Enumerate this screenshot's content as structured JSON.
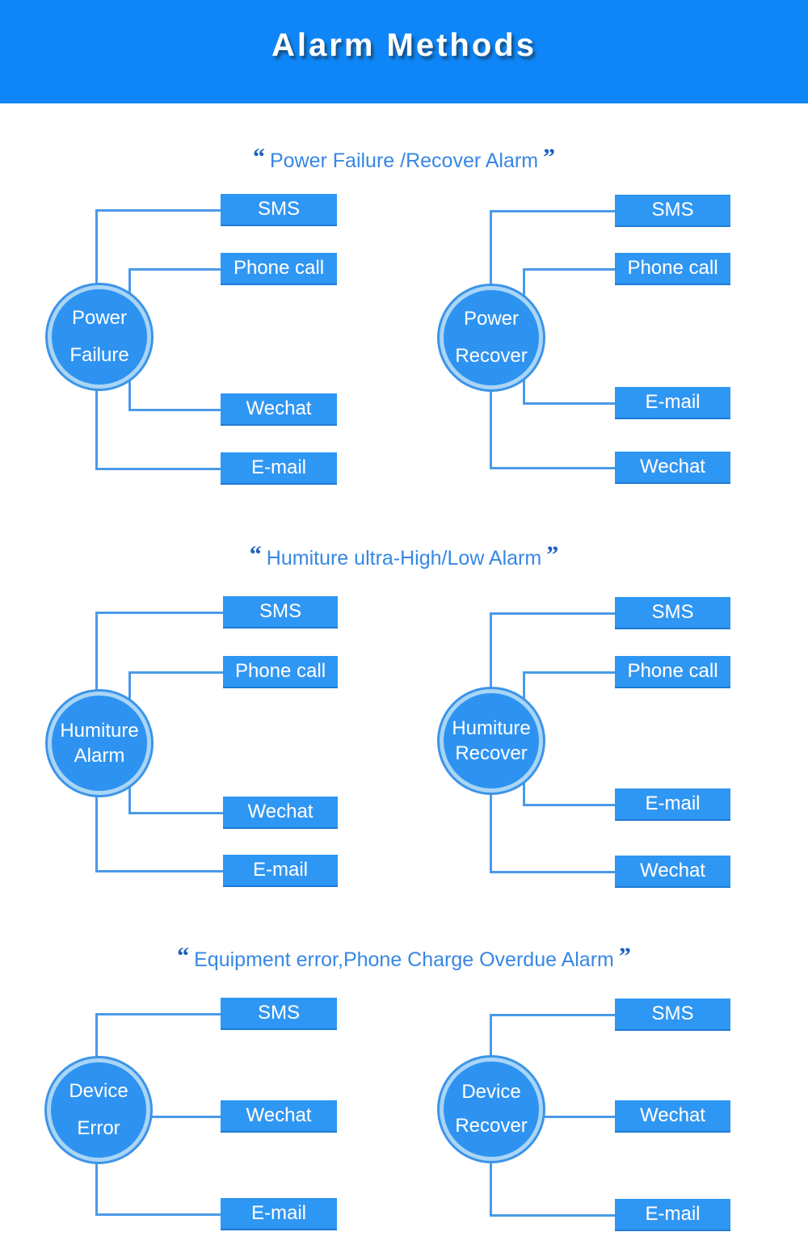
{
  "header": {
    "title": "Alarm Methods"
  },
  "quotes": {
    "open": "“",
    "close": "”"
  },
  "colors": {
    "header_bg": "#0E86F7",
    "box_bg": "#2E96F3",
    "box_edge": "#1E7BD4",
    "line": "#4A9AE8",
    "circle_fill": "#2E93F0",
    "circle_ring": "#A9D5F6",
    "circle_edge": "#3C94E8",
    "title_text": "#3787E3",
    "quote_text": "#1A5FC4"
  },
  "sections": [
    {
      "title": "Power Failure /Recover Alarm",
      "trees": [
        {
          "node": [
            "Power",
            "Failure"
          ],
          "branches": [
            "SMS",
            "Phone call",
            "Wechat",
            "E-mail"
          ]
        },
        {
          "node": [
            "Power",
            "Recover"
          ],
          "branches": [
            "SMS",
            "Phone call",
            "E-mail",
            "Wechat"
          ]
        }
      ]
    },
    {
      "title": "Humiture ultra-High/Low Alarm",
      "trees": [
        {
          "node": [
            "Humiture",
            "Alarm"
          ],
          "branches": [
            "SMS",
            "Phone call",
            "Wechat",
            "E-mail"
          ]
        },
        {
          "node": [
            "Humiture",
            "Recover"
          ],
          "branches": [
            "SMS",
            "Phone call",
            "E-mail",
            "Wechat"
          ]
        }
      ]
    },
    {
      "title": "Equipment error,Phone Charge Overdue Alarm",
      "trees": [
        {
          "node": [
            "Device",
            "Error"
          ],
          "branches": [
            "SMS",
            "Wechat",
            "E-mail"
          ]
        },
        {
          "node": [
            "Device",
            "Recover"
          ],
          "branches": [
            "SMS",
            "Wechat",
            "E-mail"
          ]
        }
      ]
    }
  ]
}
